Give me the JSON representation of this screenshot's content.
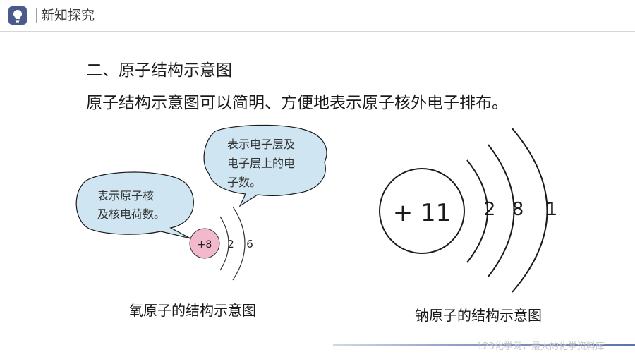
{
  "header": {
    "title": "新知探究",
    "icon": "lightbulb-icon",
    "accent": "#4a5a8c"
  },
  "heading": "二、原子结构示意图",
  "subtitle": "原子结构示意图可以简明、方便地表示原子核外电子排布。",
  "oxygen": {
    "nucleus_charge": "+8",
    "electrons": [
      "2",
      "6"
    ],
    "bubble_nucleus": [
      "表示原子核",
      "及核电荷数。"
    ],
    "bubble_layers": [
      "表示电子层及",
      "电子层上的电",
      "子数。"
    ],
    "caption": "氧原子的结构示意图",
    "nucleus_color": "#f2b8cc",
    "bubble_color": "#cfe6f2"
  },
  "sodium": {
    "nucleus_charge": "+ 11",
    "electrons": [
      "2",
      "8",
      "1"
    ],
    "caption": "钠原子的结构示意图"
  },
  "watermark": "123化学网，最大的化学资料库"
}
